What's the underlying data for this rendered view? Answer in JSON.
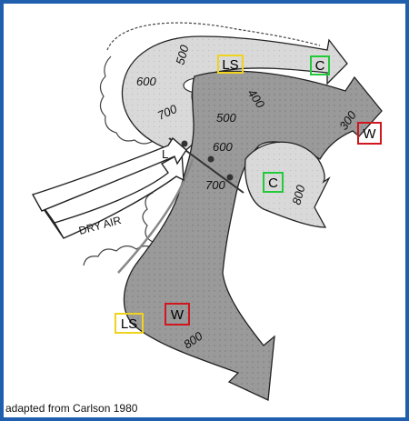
{
  "caption": "adapted from Carlson 1980",
  "colors": {
    "frame": "#1f5fae",
    "warm_box": "#d0161e",
    "cold_box": "#22c93a",
    "lowsat_box": "#f0d31e"
  },
  "contours": {
    "upper_500": "500",
    "upper_600": "600",
    "upper_700": "700",
    "mid_400": "400",
    "mid_500": "500",
    "mid_600": "600",
    "mid_700": "700",
    "right_300": "300",
    "cold_800": "800",
    "low_800": "800"
  },
  "low_center": "L",
  "dry_air_label": "DRY AIR",
  "boxes": {
    "ls_top": "LS",
    "c_top": "C",
    "w_right": "W",
    "c_mid": "C",
    "w_bottom": "W",
    "ls_bottom": "LS"
  }
}
